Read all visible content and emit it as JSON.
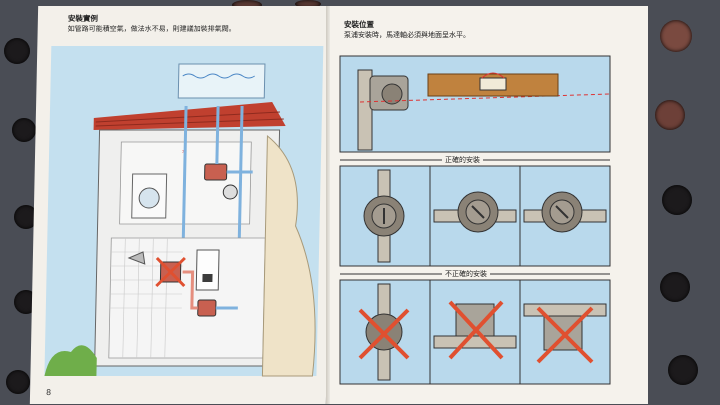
{
  "left_page": {
    "heading": "安裝實例",
    "caption": "如管路可能積空氣，做法水不易，則建議加裝排氣閥。",
    "page_number": "8"
  },
  "right_page": {
    "heading": "安裝位置",
    "caption": "泵浦安裝時，馬達軸必須與地面呈水平。",
    "correct_label": "正確的安裝",
    "incorrect_label": "不正確的安裝"
  },
  "colors": {
    "sky_blue": "#c4e0ef",
    "roof_red": "#c0402f",
    "pipe_blue": "#7fb2de",
    "cross_red": "#e05030",
    "background": "#4a4d55"
  }
}
